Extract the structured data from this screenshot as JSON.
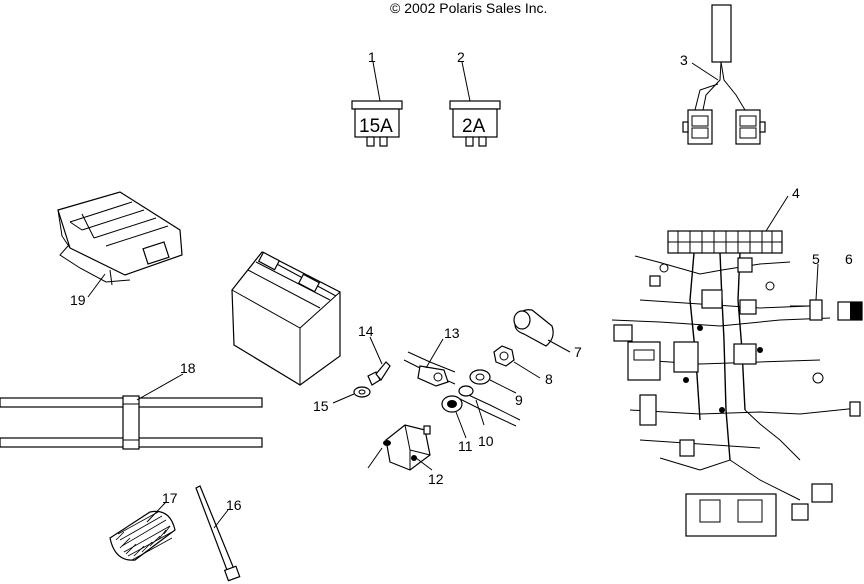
{
  "copyright": "© 2002 Polaris Sales Inc.",
  "fuses": {
    "fuse_15a": "15A",
    "fuse_2a": "2A"
  },
  "callouts": {
    "c1": "1",
    "c2": "2",
    "c3": "3",
    "c4": "4",
    "c5": "5",
    "c6": "6",
    "c7": "7",
    "c8": "8",
    "c9": "9",
    "c10": "10",
    "c11": "11",
    "c12": "12",
    "c13": "13",
    "c14": "14",
    "c15": "15",
    "c16": "16",
    "c17": "17",
    "c18": "18",
    "c19": "19"
  }
}
